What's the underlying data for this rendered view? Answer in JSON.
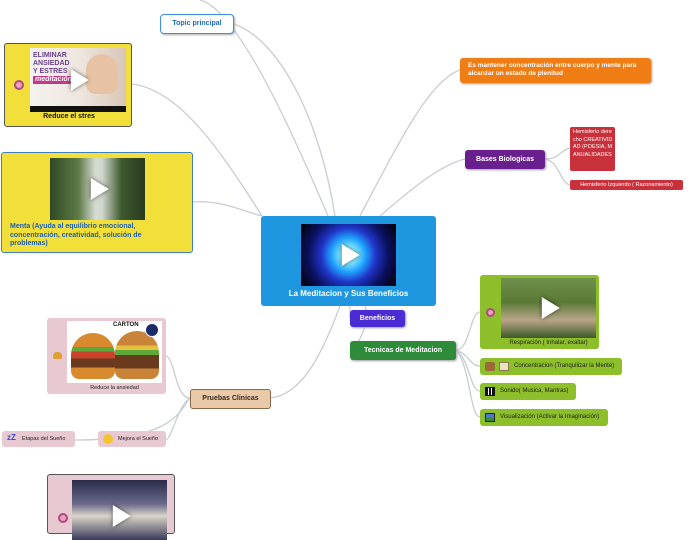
{
  "central": {
    "title": "La Meditacion y Sus Beneficios"
  },
  "topic_principal": {
    "label": "Topic principal"
  },
  "stress": {
    "caption": "Reduce el stres",
    "image_text": [
      "ELIMINAR",
      "ANSIEDAD",
      "Y ESTRES",
      "meditación"
    ]
  },
  "menta": {
    "caption": "Menta (Ayuda al  equilibrio emocional, concentración, creatividad, solución de problemas)"
  },
  "mantener": {
    "label": "Es mantener  concentración entre cuerpo y mente para alcanzar un estado de plenitud"
  },
  "bases": {
    "label": "Bases Biologicas",
    "right": "Hemisferio derecho CREATIVIDAD (POESIA, MANUALIDADES",
    "left": "Hemisferio Izquierdo ( Razonamiento)"
  },
  "beneficios": {
    "label": "Beneficios"
  },
  "tecnicas": {
    "label": "Tecnicas de Meditacion",
    "respiracion": "Respiración  ( Inhalar, exaltar)",
    "items": [
      "Concentracion (Tranquilizar la Mente)",
      "Sonido( Musica, Mantras)",
      "Visualización (Activar la Imaginación)"
    ]
  },
  "pruebas": {
    "label": "Pruebas Clinicas",
    "ansiedad": "Reduce la ansiedad",
    "carton": "CARTON",
    "etapas": "Etapas del Sueño",
    "mejora": "Mejora el Sueño"
  },
  "colors": {
    "central": "#1f97e0",
    "orange": "#f07c14",
    "purple": "#6a1f8f",
    "beneficios": "#4a2bd4",
    "green": "#2e8b3a",
    "lime": "#8cbf2a",
    "red": "#c8303c",
    "tan": "#e8c9a8",
    "pink": "#e8c9d1",
    "yellow": "#f3df3a",
    "link": "#c8ccd4"
  }
}
